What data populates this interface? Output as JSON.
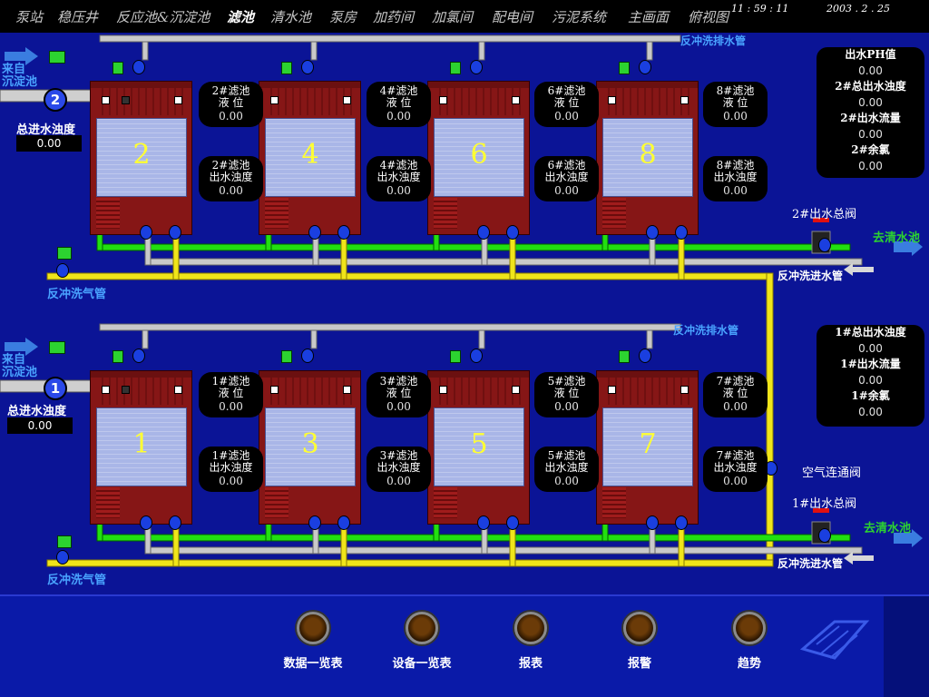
{
  "menu": {
    "items": [
      "泵站",
      "稳压井",
      "反应池&沉淀池",
      "滤池",
      "清水池",
      "泵房",
      "加药间",
      "加氯间",
      "配电间",
      "污泥系统",
      "主画面",
      "俯视图"
    ],
    "active": "滤池"
  },
  "clock": {
    "time": "11 : 59 : 11",
    "date": "2003 . 2 . 25"
  },
  "filters_top": [
    {
      "number": "2",
      "level_label": "2#滤池\n液 位",
      "level": "0.00",
      "turb_label": "2#滤池\n出水浊度",
      "turb": "0.00"
    },
    {
      "number": "4",
      "level_label": "4#滤池\n液 位",
      "level": "0.00",
      "turb_label": "4#滤池\n出水浊度",
      "turb": "0.00"
    },
    {
      "number": "6",
      "level_label": "6#滤池\n液 位",
      "level": "0.00",
      "turb_label": "6#滤池\n出水浊度",
      "turb": "0.00"
    },
    {
      "number": "8",
      "level_label": "8#滤池\n液 位",
      "level": "0.00",
      "turb_label": "8#滤池\n出水浊度",
      "turb": "0.00"
    }
  ],
  "filters_bottom": [
    {
      "number": "1",
      "level_label": "1#滤池\n液 位",
      "level": "0.00",
      "turb_label": "1#滤池\n出水浊度",
      "turb": "0.00"
    },
    {
      "number": "3",
      "level_label": "3#滤池\n液 位",
      "level": "0.00",
      "turb_label": "3#滤池\n出水浊度",
      "turb": "0.00"
    },
    {
      "number": "5",
      "level_label": "5#滤池\n液 位",
      "level": "0.00",
      "turb_label": "5#滤池\n出水浊度",
      "turb": "0.00"
    },
    {
      "number": "7",
      "level_label": "7#滤池\n液 位",
      "level": "0.00",
      "turb_label": "7#滤池\n出水浊度",
      "turb": "0.00"
    }
  ],
  "inlet_top": {
    "source": "来自\n沉淀池",
    "pump_number": "2",
    "turb_label": "总进水浊度",
    "turb": "0.00"
  },
  "inlet_bottom": {
    "source": "来自\n沉淀池",
    "pump_number": "1",
    "turb_label": "总进水浊度",
    "turb": "0.00"
  },
  "labels": {
    "backwash_drain": "反冲洗排水管",
    "backwash_air": "反冲洗气管",
    "backwash_in": "反冲洗进水管",
    "out_valve_2": "2#出水总阀",
    "out_valve_1": "1#出水总阀",
    "to_clear": "去清水池",
    "air_link": "空气连通阀"
  },
  "right_top": [
    {
      "label": "出水PH值",
      "value": "0.00"
    },
    {
      "label": "2#总出水浊度",
      "value": "0.00"
    },
    {
      "label": "2#出水流量",
      "value": "0.00"
    },
    {
      "label": "2#余氯",
      "value": "0.00"
    }
  ],
  "right_bottom": [
    {
      "label": "1#总出水浊度",
      "value": "0.00"
    },
    {
      "label": "1#出水流量",
      "value": "0.00"
    },
    {
      "label": "1#余氯",
      "value": "0.00"
    }
  ],
  "bottom_buttons": [
    {
      "label": "数据一览表"
    },
    {
      "label": "设备一览表"
    },
    {
      "label": "报表"
    },
    {
      "label": "报警"
    },
    {
      "label": "趋势"
    }
  ],
  "colors": {
    "background": "#0b1496",
    "pipe_green": "#22e010",
    "pipe_yellow": "#f0e51a",
    "pipe_gray": "#c9c9c9",
    "filter_red": "#861616",
    "water": "#a9b6e7"
  }
}
